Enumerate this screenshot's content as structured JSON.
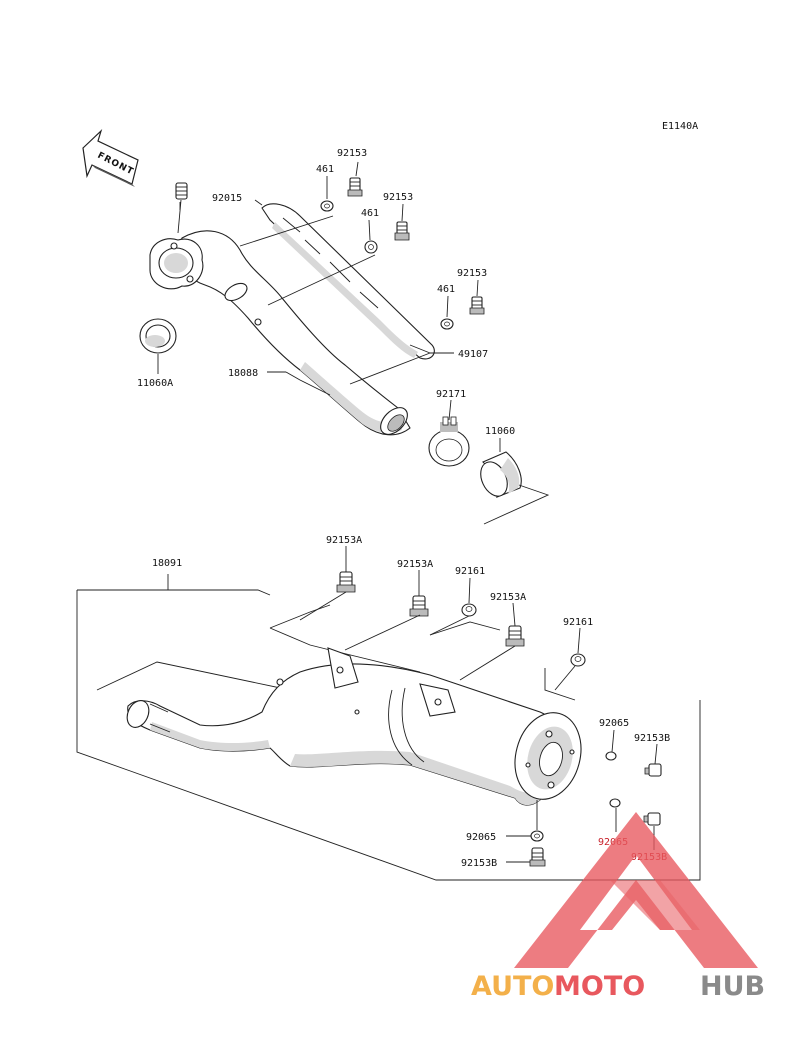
{
  "diagram_code": "E1140A",
  "front_label": "FRONT",
  "labels": {
    "p92015": "92015",
    "p461_a": "461",
    "p461_b": "461",
    "p461_c": "461",
    "p92153_a": "92153",
    "p92153_b": "92153",
    "p92153_c": "92153",
    "p11060A": "11060A",
    "p18088": "18088",
    "p49107": "49107",
    "p92171": "92171",
    "p11060": "11060",
    "p18091": "18091",
    "p92153A_a": "92153A",
    "p92153A_b": "92153A",
    "p92153A_c": "92153A",
    "p92161_a": "92161",
    "p92161_b": "92161",
    "p92065_a": "92065",
    "p92065_b": "92065",
    "p92065_c": "92065",
    "p92153B_a": "92153B",
    "p92153B_b": "92153B",
    "p92153B_c": "92153B"
  },
  "watermark": {
    "part1": "AUTO",
    "part2": "MOTO",
    "part3": "HUB",
    "colors": {
      "auto": "#f3b04a",
      "moto": "#e8585e",
      "hub": "#8a8a8a",
      "triangle": "#e8585e"
    }
  }
}
